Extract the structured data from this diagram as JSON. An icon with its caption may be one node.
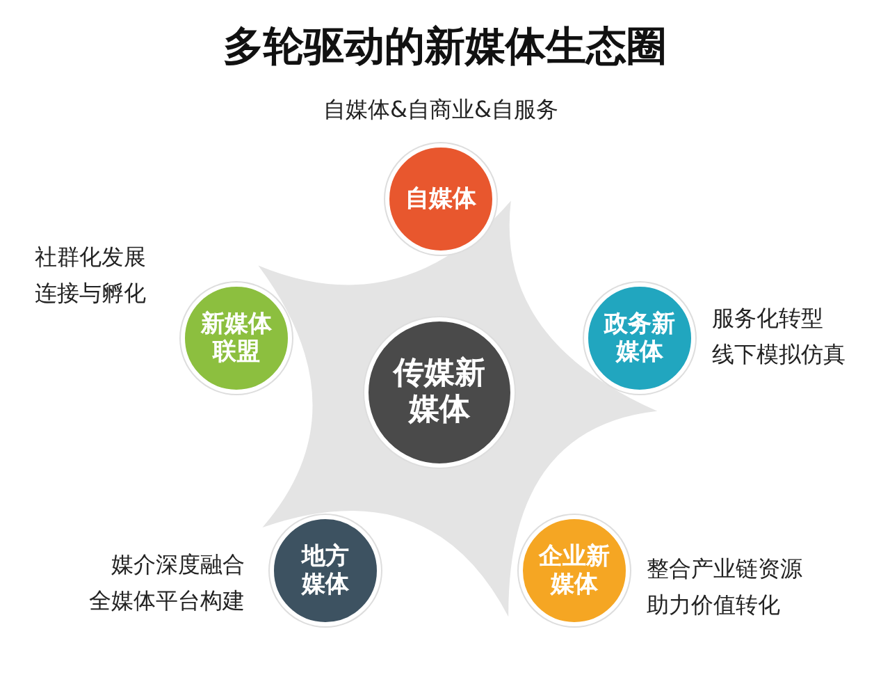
{
  "diagram": {
    "title": "多轮驱动的新媒体生态圈",
    "nodes": [
      {
        "text": [
          "自媒体"
        ],
        "beside": [
          "自媒体&自商业&自服务"
        ]
      },
      {
        "text": [
          "新媒体联盟"
        ],
        "beside": [
          "社群化发展",
          "连接与孵化"
        ]
      },
      {
        "text": [
          "政务新媒体"
        ],
        "beside": [
          "服务化转型",
          "线下模拟仿真"
        ]
      },
      {
        "text": [
          "传媒新媒体"
        ]
      },
      {
        "text": [
          "地方媒体"
        ],
        "beside": [
          "媒介深度融合",
          "全媒体平台构建"
        ]
      },
      {
        "text": [
          "企业新媒体"
        ],
        "beside": [
          "整合产业链资源",
          "助力价值转化"
        ]
      }
    ]
  }
}
